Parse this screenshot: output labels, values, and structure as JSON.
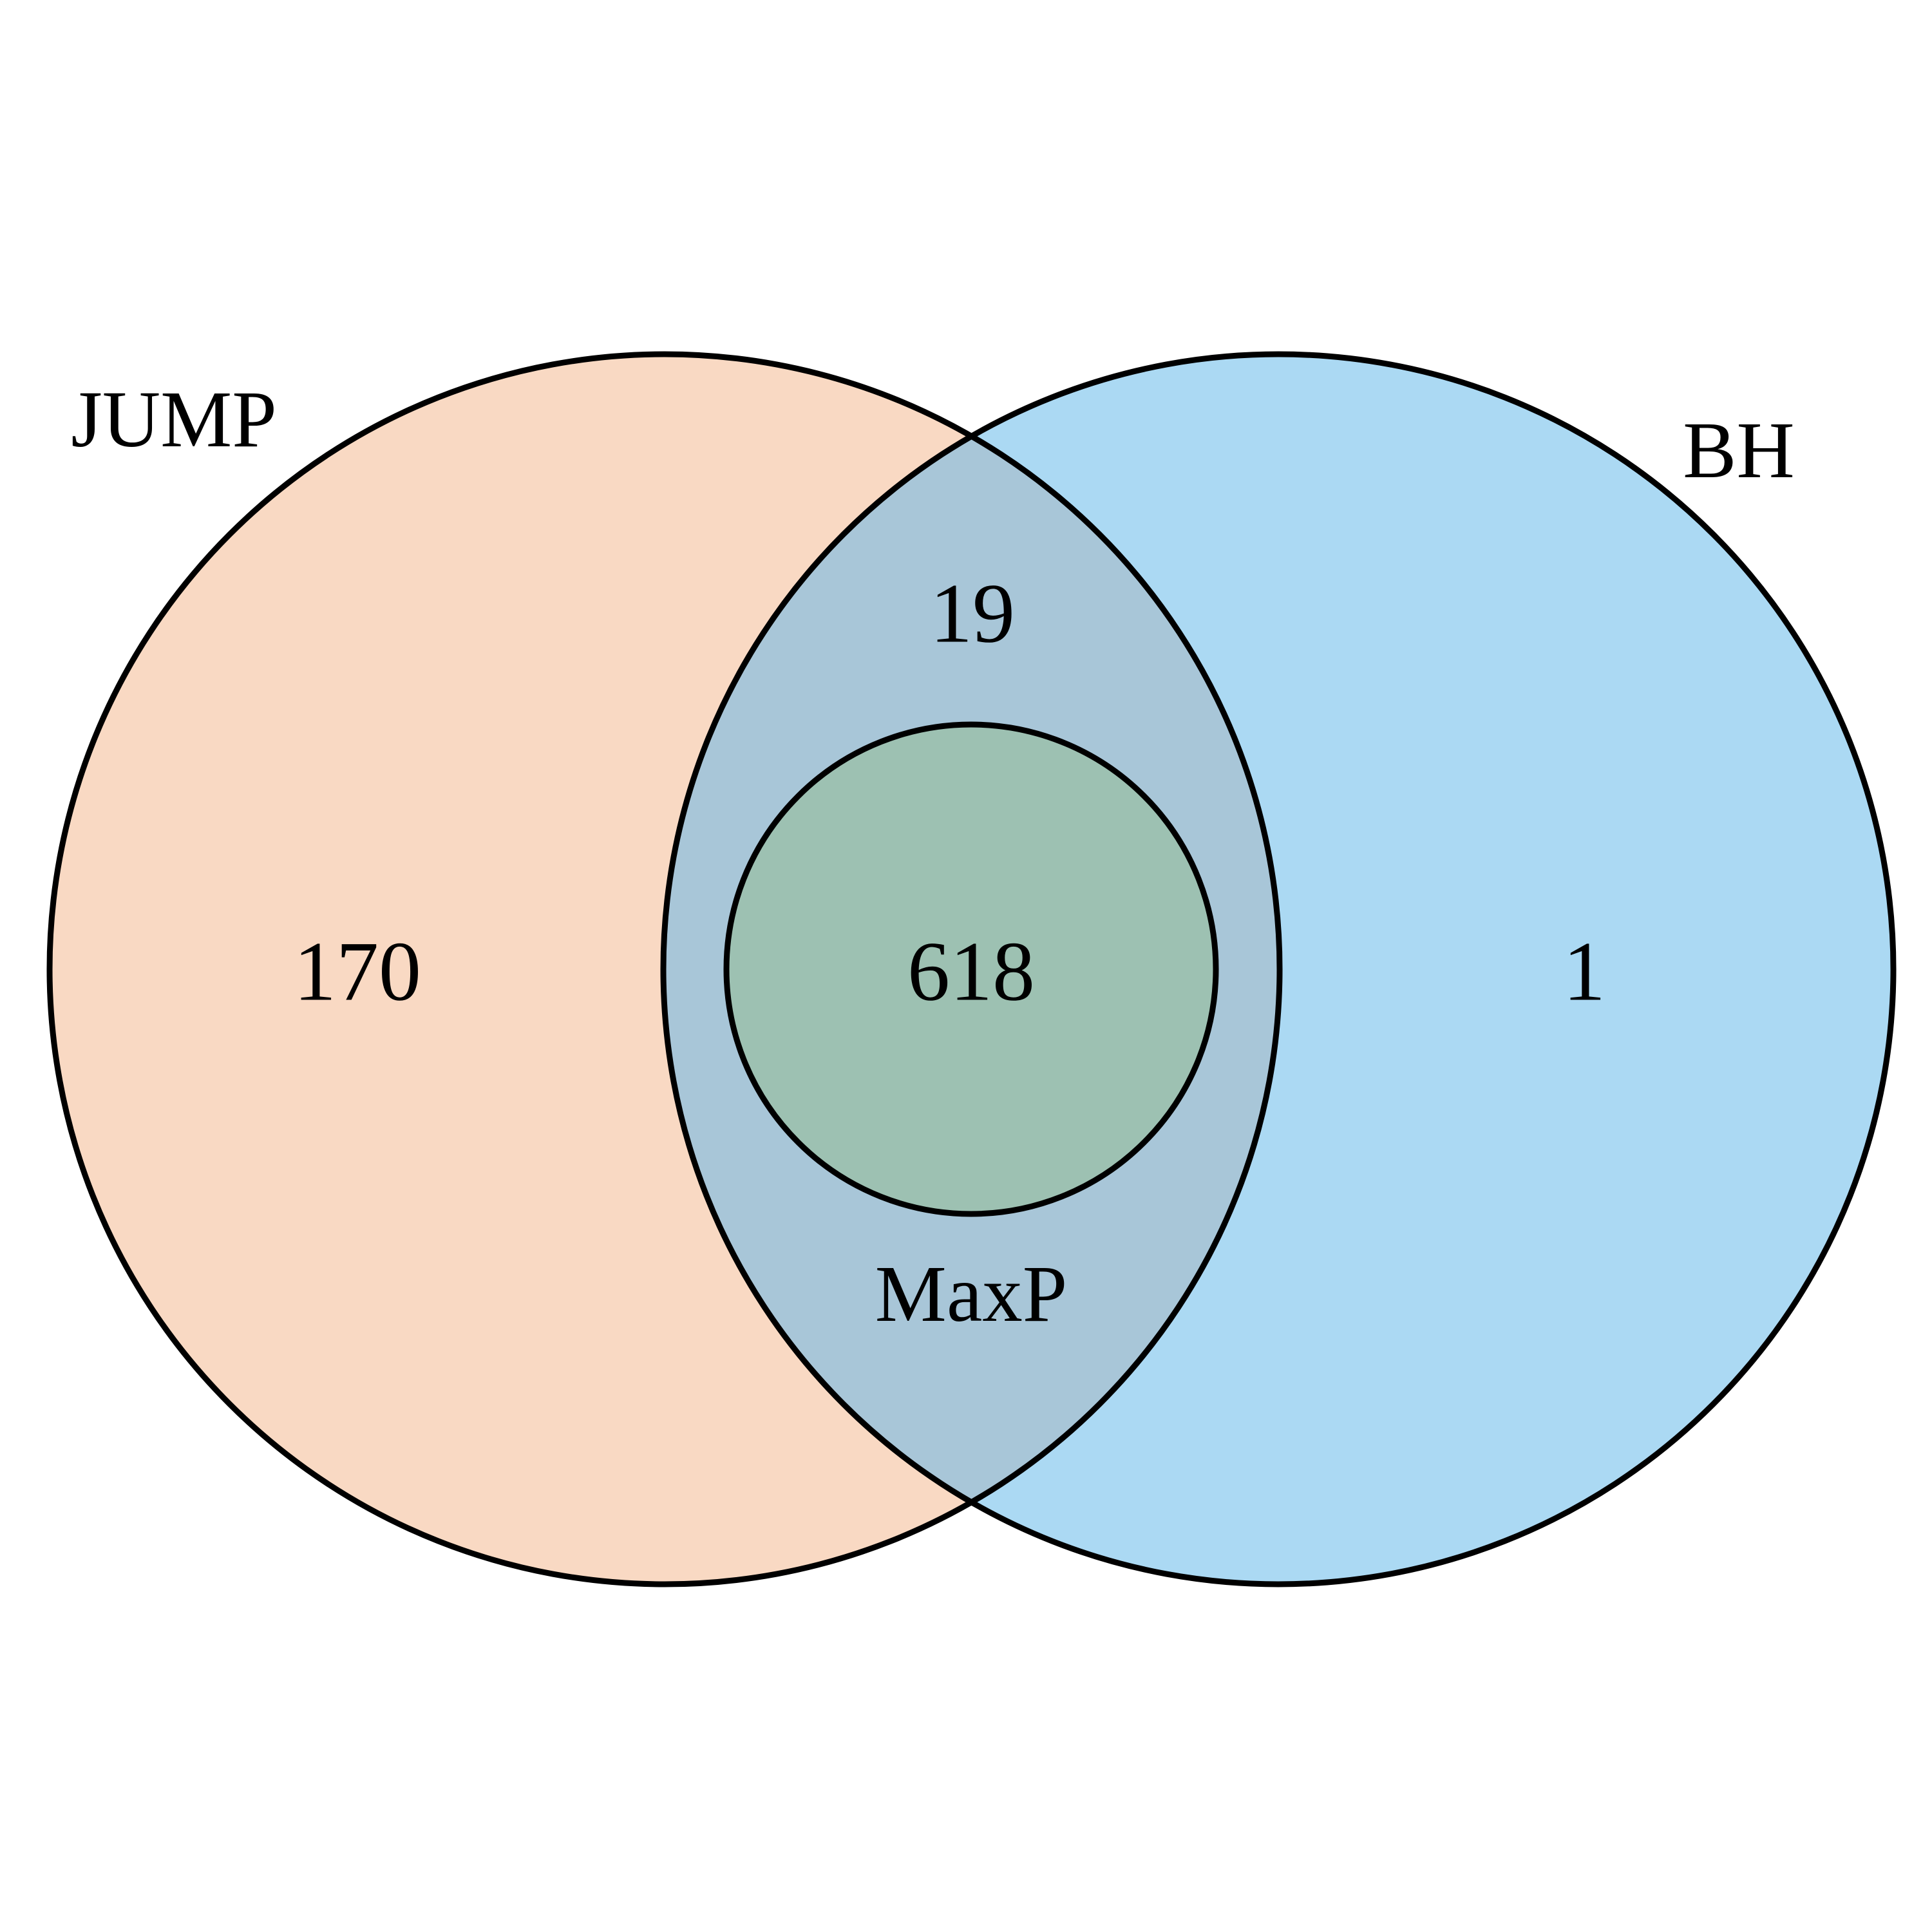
{
  "diagram": {
    "type": "venn",
    "sets": [
      {
        "id": "jump",
        "label": "JUMP",
        "color": "#F9D9C3"
      },
      {
        "id": "bh",
        "label": "BH",
        "color": "#ABD9F3"
      },
      {
        "id": "maxp",
        "label": "MaxP",
        "color": "#9DC1B2"
      }
    ],
    "overlap_color": "#A8C6D8",
    "relations": "MaxP lies entirely within the JUMP and BH overlap",
    "regions": [
      {
        "sets": [
          "jump"
        ],
        "count": "170"
      },
      {
        "sets": [
          "jump",
          "bh"
        ],
        "count": "19"
      },
      {
        "sets": [
          "jump",
          "bh",
          "maxp"
        ],
        "count": "618"
      },
      {
        "sets": [
          "bh"
        ],
        "count": "1"
      }
    ]
  }
}
